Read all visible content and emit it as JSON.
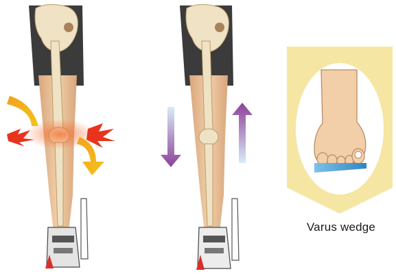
{
  "illustration": {
    "panels": [
      {
        "id": "leg-pain",
        "icon": "knee-pain-burst-icon"
      },
      {
        "id": "leg-corrected",
        "icon": "vertical-arrows-icon"
      },
      {
        "id": "wedge",
        "icon": "varus-wedge-foot-icon"
      }
    ],
    "caption": "Varus wedge",
    "colors": {
      "shorts": "#3a3a3a",
      "skin": "#e8bf97",
      "bone": "#f0e2c4",
      "pain_orange": "#f2861e",
      "pain_red": "#e8341c",
      "arrow_purple": "#8d3f9a",
      "arrow_blue": "#cfe3f2",
      "frame_yellow": "#f5df8a",
      "wedge_blue": "#4ea3d6"
    }
  }
}
